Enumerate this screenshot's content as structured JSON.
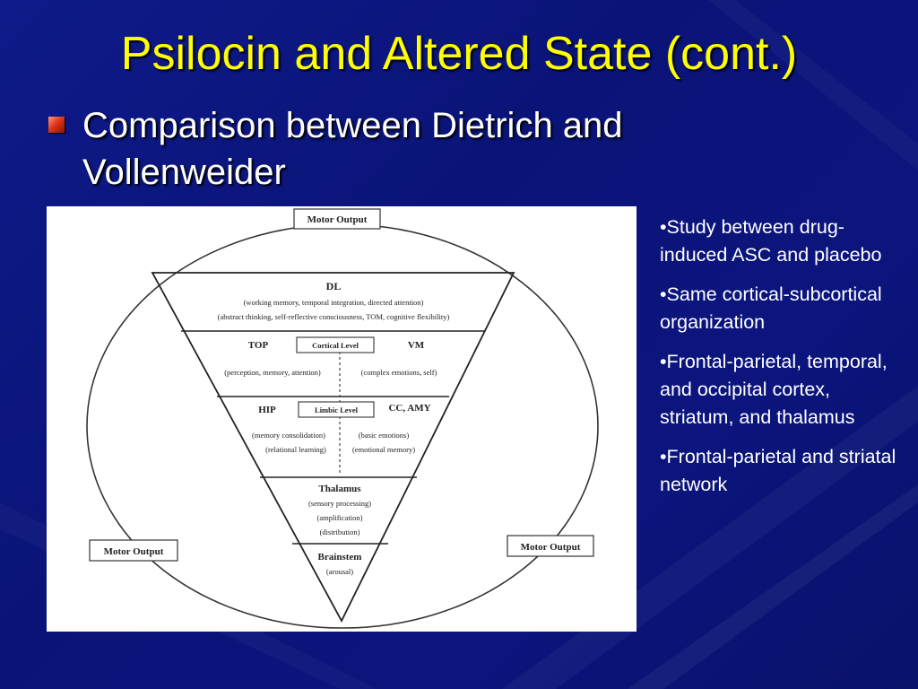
{
  "slide": {
    "title": "Psilocin and Altered State (cont.)",
    "main_bullet": "Comparison between Dietrich and Vollenweider",
    "side_bullets": [
      "•Study between drug-induced ASC and placebo",
      "•Same cortical-subcortical organization",
      "•Frontal-parietal, temporal, and occipital cortex, striatum, and thalamus",
      "•Frontal-parietal and striatal network"
    ]
  },
  "diagram": {
    "motor_output_top": "Motor Output",
    "motor_output_left": "Motor Output",
    "motor_output_right": "Motor Output",
    "dl": "DL",
    "dl_line1": "(working memory, temporal integration, directed attention)",
    "dl_line2": "(abstract thinking, self-reflective consciousness, TOM, cognitive flexibility)",
    "top": "TOP",
    "cortical_level": "Cortical Level",
    "vm": "VM",
    "top_desc": "(perception, memory, attention)",
    "vm_desc": "(complex emotions, self)",
    "hip": "HIP",
    "limbic_level": "Limbic Level",
    "cc_amy": "CC, AMY",
    "hip_desc1": "(memory consolidation)",
    "hip_desc2": "(relational learning)",
    "amy_desc1": "(basic emotions)",
    "amy_desc2": "(emotional memory)",
    "thalamus": "Thalamus",
    "thal_desc1": "(sensory processing)",
    "thal_desc2": "(amplification)",
    "thal_desc3": "(distribution)",
    "brainstem": "Brainstem",
    "brainstem_desc": "(arousal)"
  }
}
